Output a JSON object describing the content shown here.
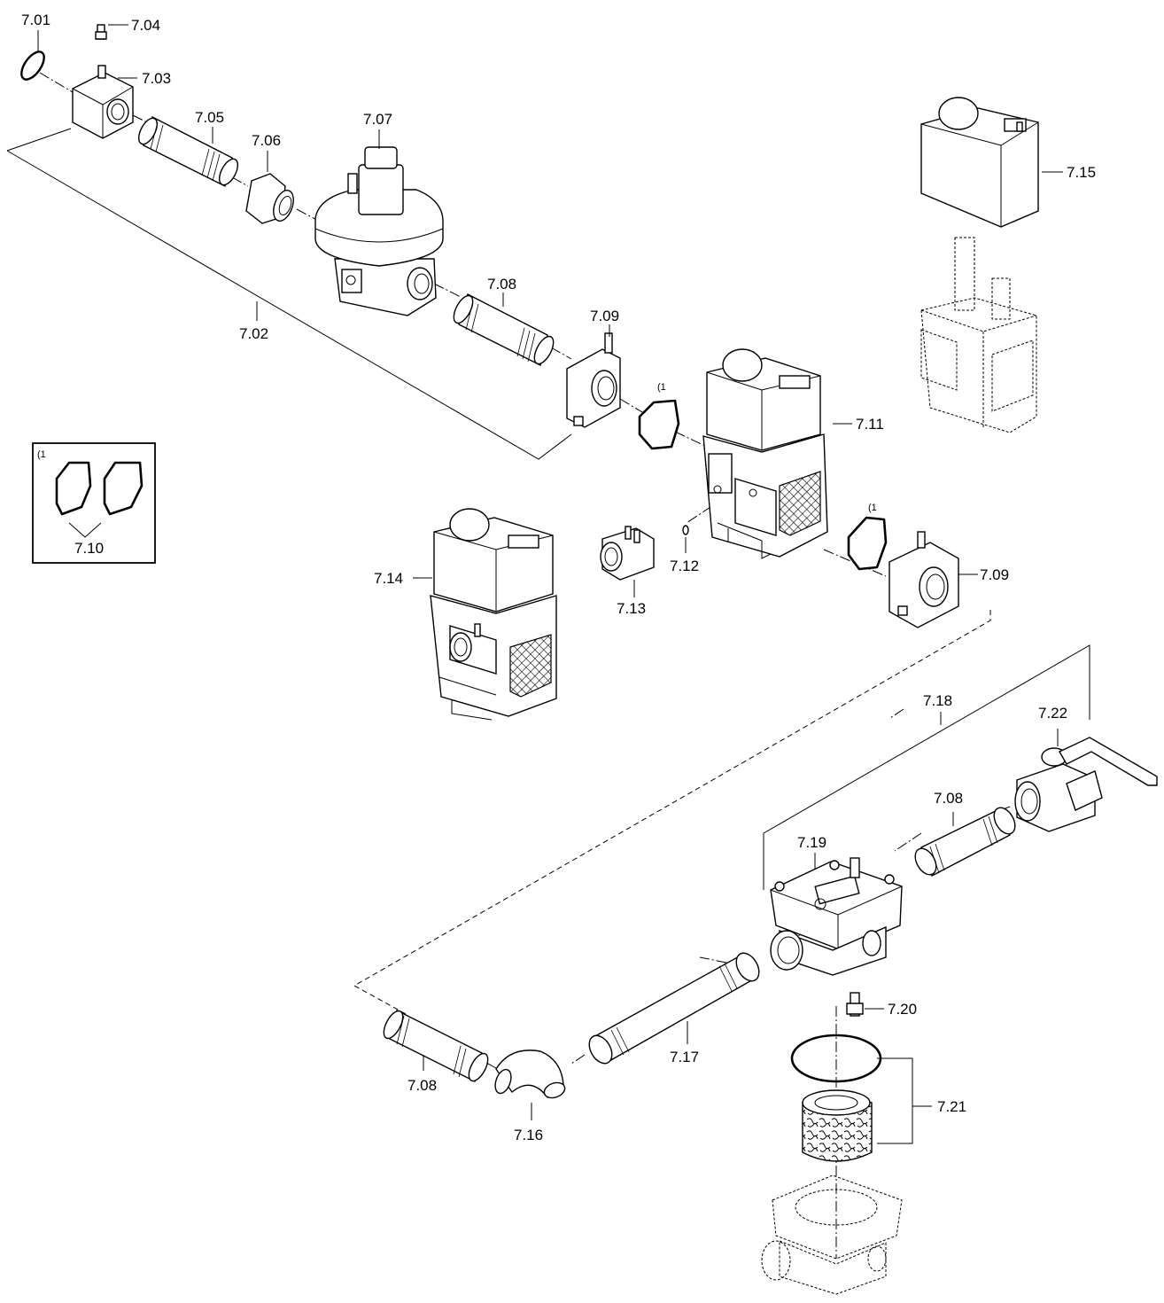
{
  "labels": {
    "l701": "7.01",
    "l702": "7.02",
    "l703": "7.03",
    "l704": "7.04",
    "l705": "7.05",
    "l706": "7.06",
    "l707": "7.07",
    "l708a": "7.08",
    "l708b": "7.08",
    "l708c": "7.08",
    "l709a": "7.09",
    "l709b": "7.09",
    "l710": "7.10",
    "l711": "7.11",
    "l712": "7.12",
    "l713": "7.13",
    "l714": "7.14",
    "l715": "7.15",
    "l716": "7.16",
    "l717": "7.17",
    "l718": "7.18",
    "l719": "7.19",
    "l720": "7.20",
    "l721": "7.21",
    "l722": "7.22"
  },
  "footnote_marks": {
    "inset": "(1",
    "gasket_upper": "(1",
    "gasket_lower": "(1"
  }
}
